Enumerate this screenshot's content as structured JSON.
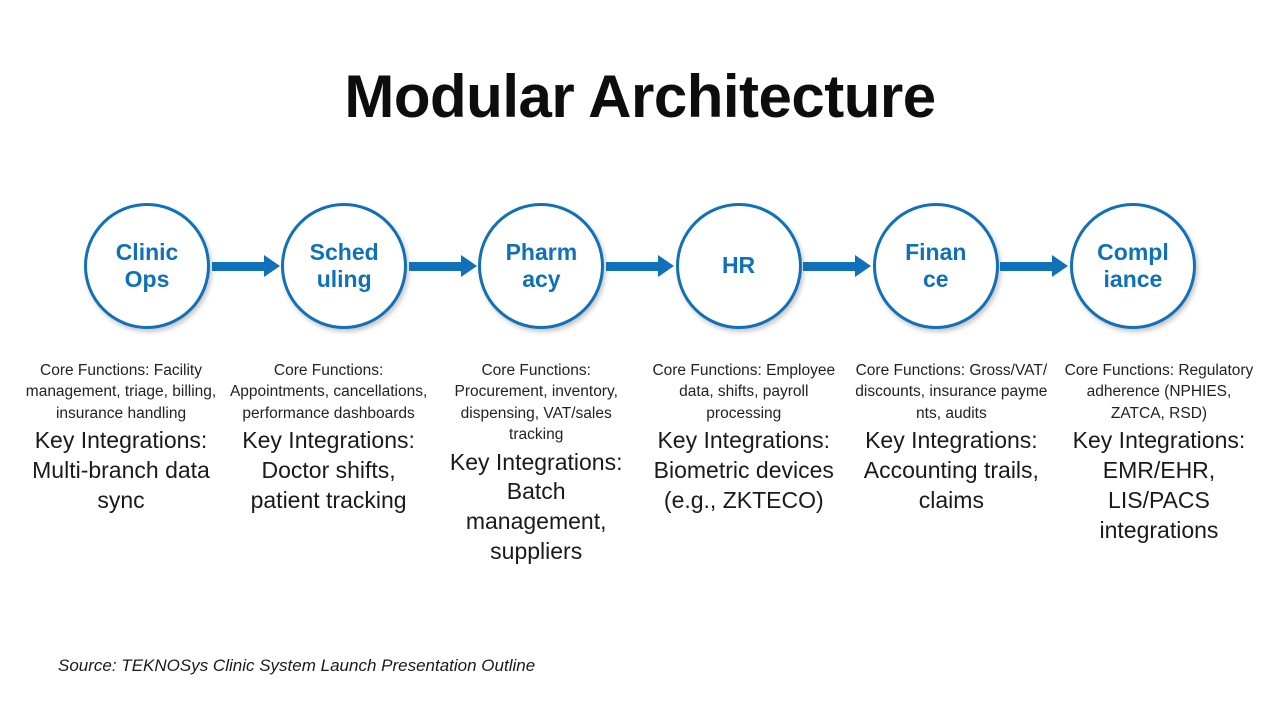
{
  "slide": {
    "title": "Modular Architecture",
    "source": "Source: TEKNOSys Clinic System Launch Presentation Outline",
    "accent_color": "#1070b8",
    "background_color": "#ffffff",
    "text_color": "#111111"
  },
  "flow": {
    "arrow_count": 5,
    "nodes": [
      {
        "id": "clinic-ops",
        "label": "Clinic Ops"
      },
      {
        "id": "scheduling",
        "label": "Scheduling"
      },
      {
        "id": "pharmacy",
        "label": "Pharmacy"
      },
      {
        "id": "hr",
        "label": "HR"
      },
      {
        "id": "finance",
        "label": "Finance"
      },
      {
        "id": "compliance",
        "label": "Compliance"
      }
    ]
  },
  "columns": [
    {
      "id": "clinic-ops",
      "core": "Core Functions: Facility management, triage, billing, insurance handling",
      "key": "Key Integrations: Multi-branch data sync"
    },
    {
      "id": "scheduling",
      "core": "Core Functions: Appointments, cancellations, performance dashboards",
      "key": "Key Integrations: Doctor shifts, patient tracking"
    },
    {
      "id": "pharmacy",
      "core": "Core Functions: Procurement, inventory, dispensing, VAT/sales tracking",
      "key": "Key Integrations: Batch management, suppliers"
    },
    {
      "id": "hr",
      "core": "Core Functions: Employee data, shifts, payroll processing",
      "key": "Key Integrations: Biometric devices (e.g., ZKTECO)"
    },
    {
      "id": "finance",
      "core": "Core Functions: Gross/VAT/discounts, insurance payments, audits",
      "key": "Key Integrations: Accounting trails, claims"
    },
    {
      "id": "compliance",
      "core": "Core Functions: Regulatory adherence (NPHIES, ZATCA, RSD)",
      "key": "Key Integrations: EMR/EHR, LIS/PACS integrations"
    }
  ]
}
